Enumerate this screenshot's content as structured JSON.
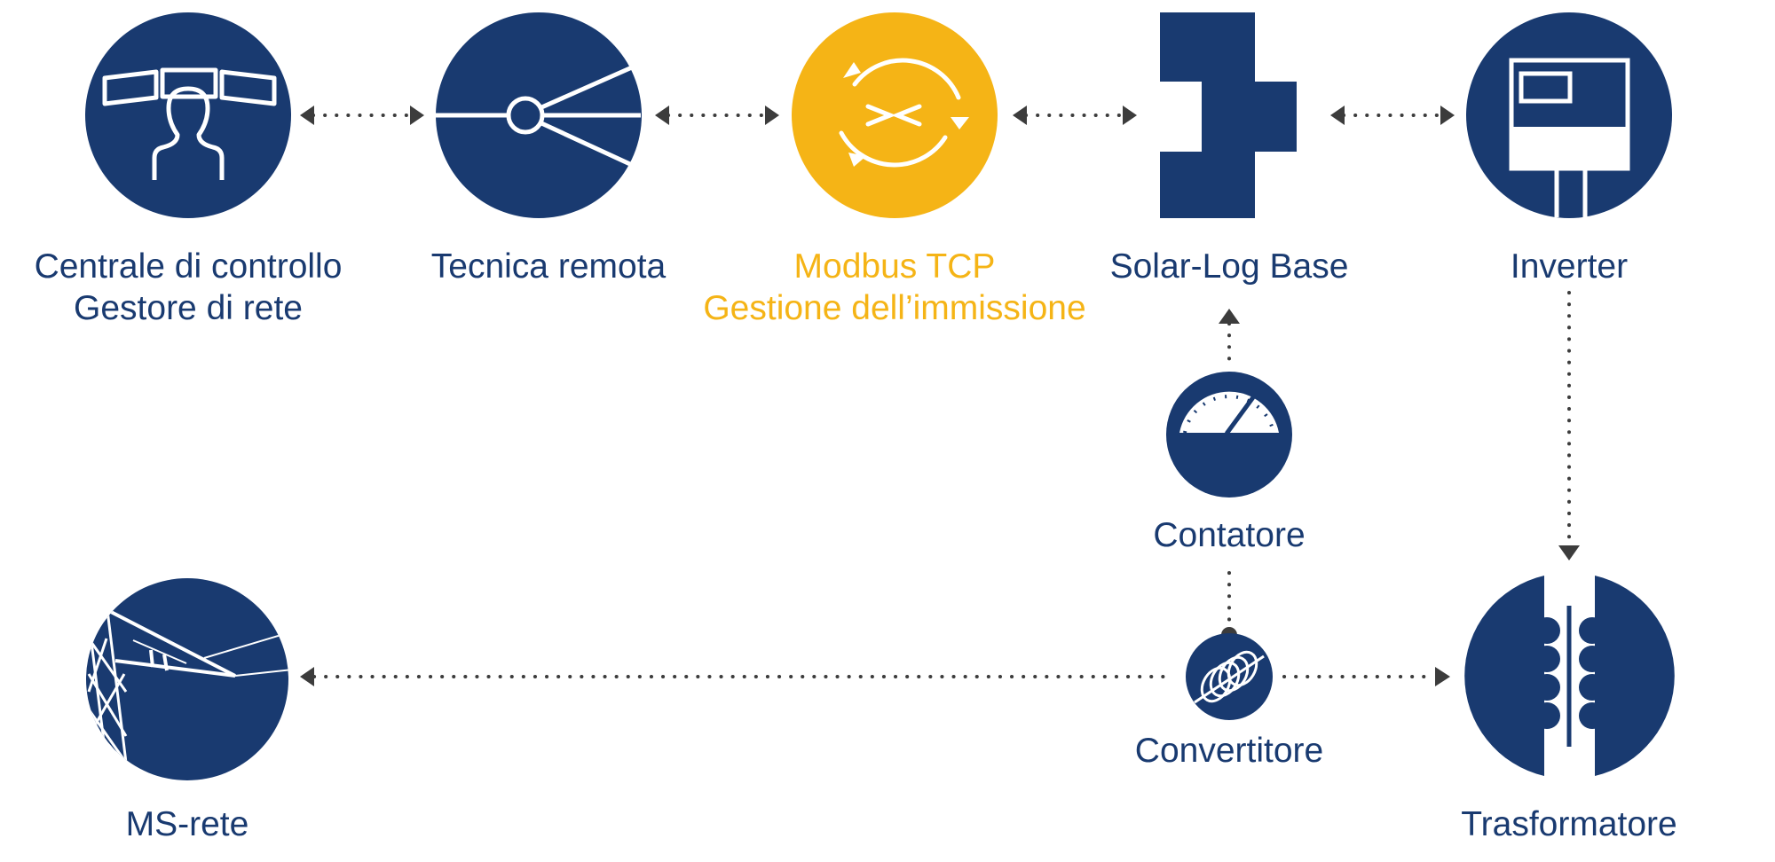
{
  "colors": {
    "primary": "#193a70",
    "accent": "#f5b416",
    "arrow": "#3c3c3c",
    "background": "#ffffff"
  },
  "nodes": {
    "control_center": {
      "icon": "control-room-operator-icon",
      "label_line1": "Centrale di controllo",
      "label_line2": "Gestore di rete"
    },
    "remote_technology": {
      "icon": "antenna-signal-icon",
      "label": "Tecnica remota"
    },
    "modbus": {
      "icon": "sync-arrows-icon",
      "label_line1": "Modbus TCP",
      "label_line2": "Gestione dell’immissione"
    },
    "solar_log": {
      "icon": "solar-log-device-icon",
      "label": "Solar-Log Base"
    },
    "inverter": {
      "icon": "inverter-icon",
      "label": "Inverter"
    },
    "meter": {
      "icon": "meter-gauge-icon",
      "label": "Contatore"
    },
    "converter": {
      "icon": "current-transformer-coil-icon",
      "label": "Convertitore"
    },
    "transformer": {
      "icon": "transformer-coils-icon",
      "label": "Trasformatore"
    },
    "grid": {
      "icon": "power-pylon-icon",
      "label": "MS-rete"
    }
  }
}
